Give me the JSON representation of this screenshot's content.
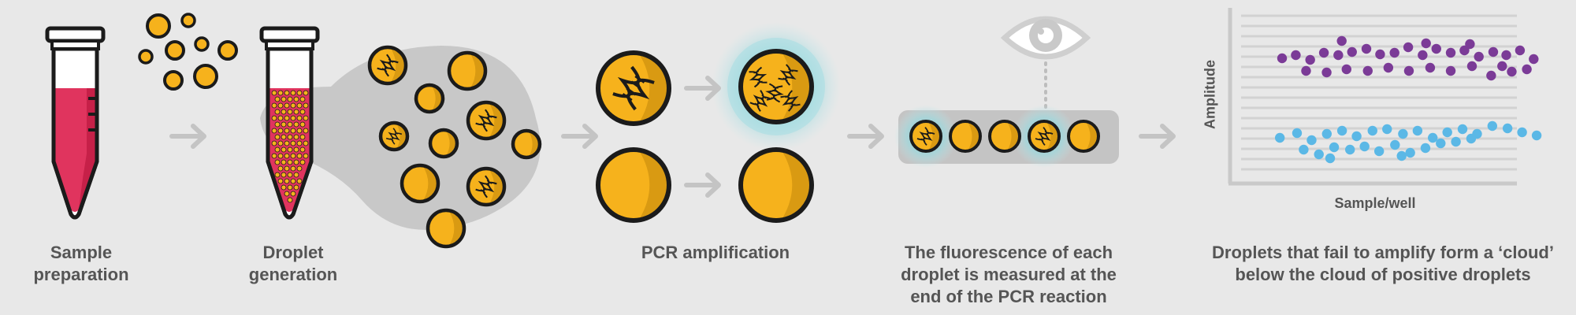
{
  "captions": {
    "sample_prep": [
      "Sample",
      "preparation"
    ],
    "droplet_gen": [
      "Droplet",
      "generation"
    ],
    "pcr": [
      "PCR amplification"
    ],
    "fluorescence": [
      "The fluorescence of each",
      "droplet is measured at the",
      "end of the PCR reaction"
    ],
    "cloud": [
      "Droplets that fail to amplify form a ‘cloud’",
      "below the cloud of positive droplets"
    ]
  },
  "plot": {
    "ylabel": "Amplitude",
    "xlabel": "Sample/well"
  },
  "colors": {
    "background": "#e8e8e8",
    "tube_liquid": "#e0345e",
    "droplet": "#f6b21c",
    "droplet_shade": "#d99a12",
    "outline": "#1b1b1b",
    "glow": "#8fd3d8",
    "positive_cluster": "#7b3b97",
    "negative_cluster": "#5bb8e6",
    "arrow": "#c4c4c4",
    "text": "#555555"
  },
  "icons": [
    "microtube-icon",
    "droplets-icon",
    "dna-icon",
    "eye-icon",
    "arrow-right-icon"
  ]
}
